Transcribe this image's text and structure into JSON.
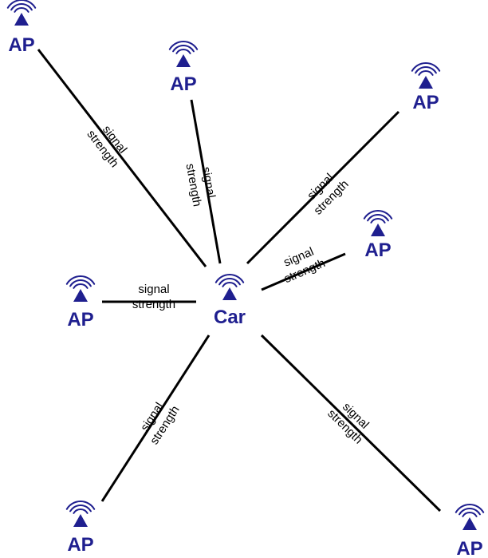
{
  "colors": {
    "node": "#1f1f8f",
    "line": "#000000",
    "background": "#ffffff"
  },
  "icon": "wifi-antenna-icon",
  "car": {
    "label": "Car"
  },
  "access_points": [
    {
      "label": "AP"
    },
    {
      "label": "AP"
    },
    {
      "label": "AP"
    },
    {
      "label": "AP"
    },
    {
      "label": "AP"
    },
    {
      "label": "AP"
    },
    {
      "label": "AP"
    }
  ],
  "links": [
    {
      "label_line1": "signal",
      "label_line2": "strength"
    },
    {
      "label_line1": "signal",
      "label_line2": "strength"
    },
    {
      "label_line1": "signal",
      "label_line2": "strength"
    },
    {
      "label_line1": "signal",
      "label_line2": "strength"
    },
    {
      "label_line1": "signal",
      "label_line2": "strength"
    },
    {
      "label_line1": "signal",
      "label_line2": "strength"
    },
    {
      "label_line1": "signal",
      "label_line2": "strength"
    }
  ]
}
